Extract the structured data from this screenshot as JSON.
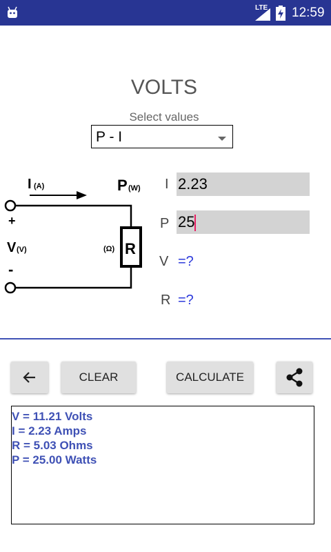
{
  "status": {
    "network": "LTE",
    "time": "12:59"
  },
  "title": "VOLTS",
  "select": {
    "label": "Select values",
    "value": "P - I"
  },
  "circuit": {
    "current_label": "I",
    "current_unit": "(A)",
    "power_label": "P",
    "power_unit": "(W)",
    "plus": "+",
    "voltage_label": "V",
    "voltage_unit": "(V)",
    "minus": "-",
    "ohm_unit": "(Ω)",
    "resistor": "R"
  },
  "inputs": [
    {
      "label": "I",
      "value": "2.23"
    },
    {
      "label": "P",
      "value": "25"
    }
  ],
  "results": [
    {
      "label": "V",
      "value": "=?"
    },
    {
      "label": "R",
      "value": "=?"
    }
  ],
  "buttons": {
    "back_icon": "arrow-left-icon",
    "clear": "CLEAR",
    "calculate": "CALCULATE",
    "share_icon": "share-icon"
  },
  "output_lines": [
    "V = 11.21 Volts",
    "I = 2.23 Amps",
    "R = 5.03 Ohms",
    "P = 25.00 Watts"
  ]
}
